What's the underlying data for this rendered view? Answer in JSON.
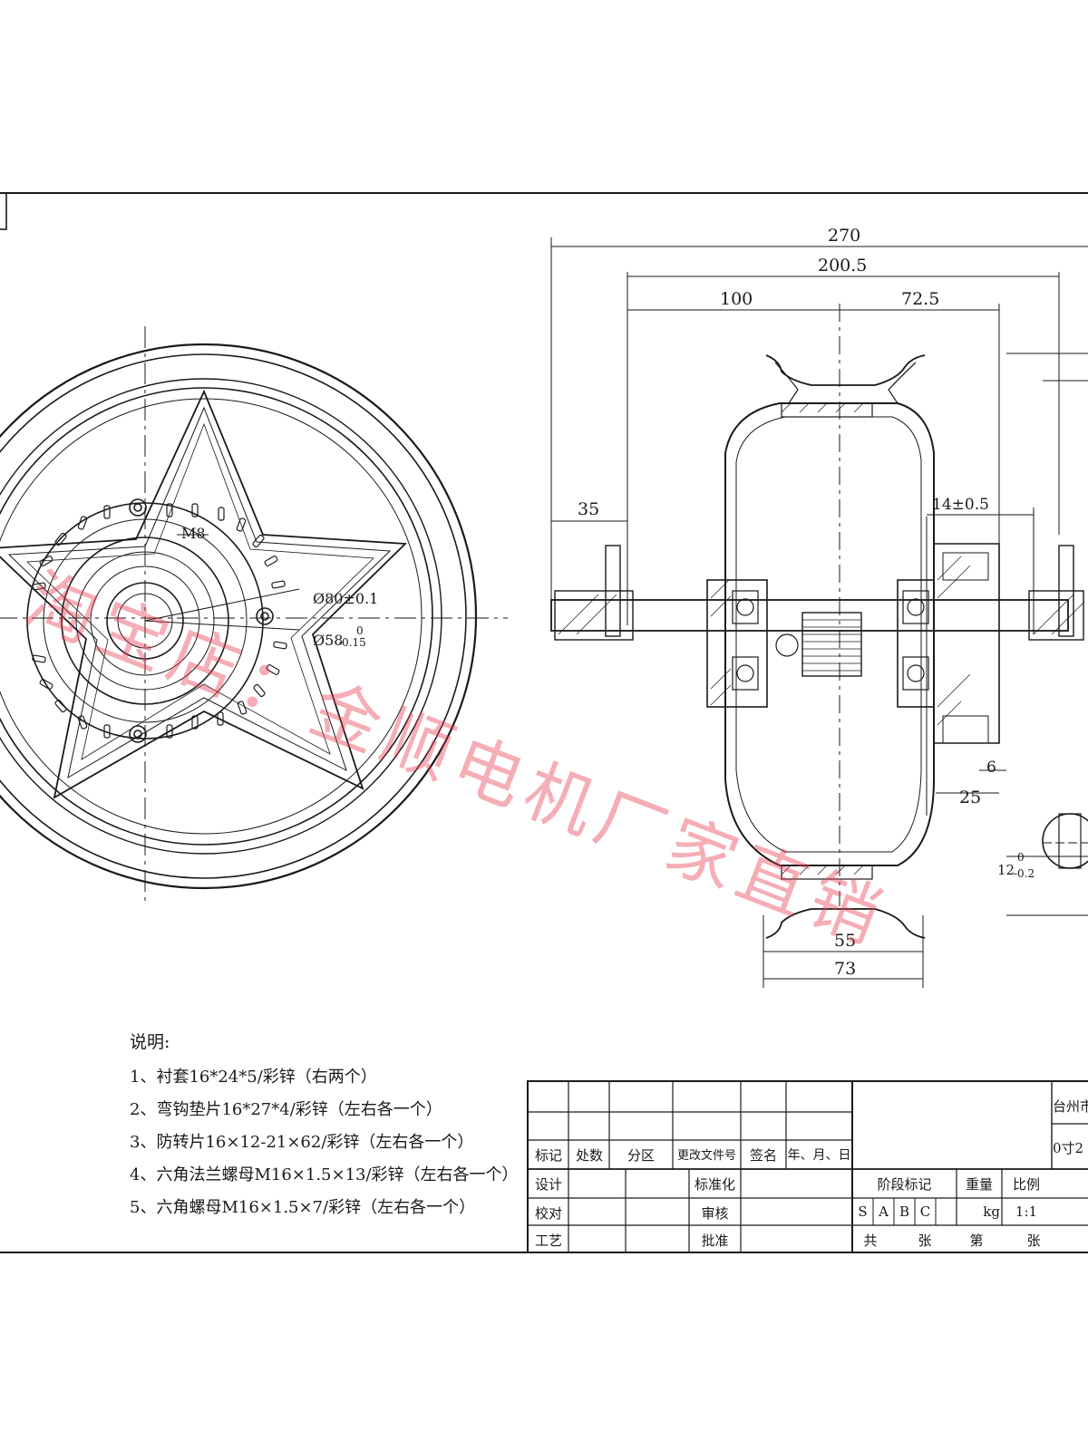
{
  "dimensions": {
    "overall": "270",
    "body": "200.5",
    "left_to_center": "100",
    "center_to_right": "72.5",
    "axle_end": "35",
    "flange_offset": "14±0.5",
    "bolt_offset": "6",
    "flange_depth": "25",
    "rim_inner": "55",
    "rim_outer": "73",
    "flat_width": "12",
    "flat_tol_upper": "0",
    "flat_tol_lower": "-0.2",
    "thread_label": "M8",
    "bore_1": "Ø80±0.1",
    "bore_2": "Ø58",
    "bore_2_tol_upper": "0",
    "bore_2_tol_lower": "-0.15"
  },
  "notes": {
    "title": "说明:",
    "items": [
      "1、衬套16*24*5/彩锌（右两个）",
      "2、弯钩垫片16*27*4/彩锌（左右各一个）",
      "3、防转片16×12-21×62/彩锌（左右各一个）",
      "4、六角法兰螺母M16×1.5×13/彩锌（左右各一个）",
      "5、六角螺母M16×1.5×7/彩锌（左右各一个）"
    ]
  },
  "title_block": {
    "h_biaoji": "标记",
    "h_chushu": "处数",
    "h_fenqu": "分区",
    "h_gengai": "更改文件号",
    "h_qianming": "签名",
    "h_date": "年、月、日",
    "sheji": "设计",
    "biaozhunhua": "标准化",
    "jiaodui": "校对",
    "shenhe": "审核",
    "gongyi": "工艺",
    "pizhun": "批准",
    "jieduan": "阶段标记",
    "zhongliang": "重量",
    "bili": "比例",
    "s": "S",
    "a": "A",
    "b": "B",
    "c": "C",
    "kg": "kg",
    "scale_val": "1:1",
    "gong": "共",
    "zhang1": "张",
    "di": "第",
    "zhang2": "张",
    "company_fragment": "台州市",
    "model_fragment": "0寸2"
  },
  "watermark": "淘宝店：金顺电机厂家直销",
  "colors": {
    "line": "#1a1a1a",
    "watermark": "#e63c50"
  }
}
